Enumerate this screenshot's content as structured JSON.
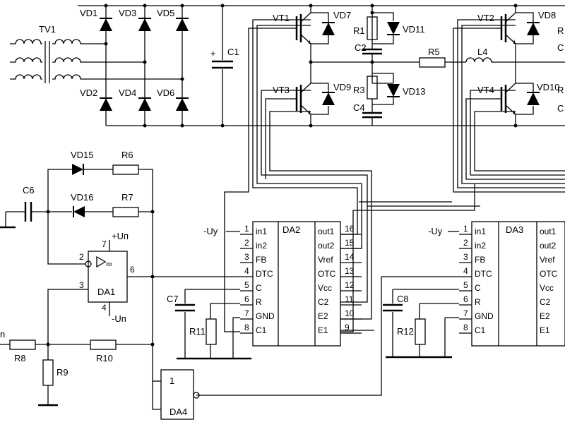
{
  "labels": {
    "tv1": "TV1",
    "vd1": "VD1",
    "vd2": "VD2",
    "vd3": "VD3",
    "vd4": "VD4",
    "vd5": "VD5",
    "vd6": "VD6",
    "vd7": "VD7",
    "vd8": "VD8",
    "vd9": "VD9",
    "vd10": "VD10",
    "vd11": "VD11",
    "vd13": "VD13",
    "vd15": "VD15",
    "vd16": "VD16",
    "c1": "C1",
    "c1_plus": "+",
    "c2": "C2",
    "c4": "C4",
    "c6": "C6",
    "c7": "C7",
    "c8": "C8",
    "r1": "R1",
    "r3": "R3",
    "r5": "R5",
    "r6": "R6",
    "r7": "R7",
    "r8": "R8",
    "r9": "R9",
    "r10": "R10",
    "r11": "R11",
    "r12": "R12",
    "l4": "L4",
    "vt1": "VT1",
    "vt2": "VT2",
    "vt3": "VT3",
    "vt4": "VT4",
    "da1": "DA1",
    "da4": "DA4",
    "da4_gate": "1",
    "da1_inf": "∞",
    "da1_pin2": "2",
    "da1_pin3": "3",
    "da1_pin4": "4",
    "da1_pin6": "6",
    "da1_pin7": "7",
    "da1_vpos": "+Uп",
    "da1_vneg": "-Uп",
    "input_uy_2": "-Uу",
    "input_uy_3": "-Uу",
    "edge_right_1": "R",
    "edge_right_2": "C",
    "edge_right_3": "R",
    "edge_right_4": "C",
    "edge_left": "n"
  },
  "ic_da2": {
    "name": "DA2",
    "left_pins": [
      {
        "num": "1",
        "name": "in1"
      },
      {
        "num": "2",
        "name": "in2"
      },
      {
        "num": "3",
        "name": "FB"
      },
      {
        "num": "4",
        "name": "DTC"
      },
      {
        "num": "5",
        "name": "C"
      },
      {
        "num": "6",
        "name": "R"
      },
      {
        "num": "7",
        "name": "GND"
      },
      {
        "num": "8",
        "name": "C1"
      }
    ],
    "right_pins": [
      {
        "num": "16",
        "name": "out1"
      },
      {
        "num": "15",
        "name": "out2"
      },
      {
        "num": "14",
        "name": "Vref"
      },
      {
        "num": "13",
        "name": "OTC"
      },
      {
        "num": "12",
        "name": "Vcc"
      },
      {
        "num": "11",
        "name": "C2"
      },
      {
        "num": "10",
        "name": "E2"
      },
      {
        "num": "9",
        "name": "E1"
      }
    ]
  },
  "ic_da3": {
    "name": "DA3",
    "left_pins": [
      {
        "num": "1",
        "name": "in1"
      },
      {
        "num": "2",
        "name": "in2"
      },
      {
        "num": "3",
        "name": "FB"
      },
      {
        "num": "4",
        "name": "DTC"
      },
      {
        "num": "5",
        "name": "C"
      },
      {
        "num": "6",
        "name": "R"
      },
      {
        "num": "7",
        "name": "GND"
      },
      {
        "num": "8",
        "name": "C1"
      }
    ],
    "right_pins": [
      {
        "name": "out1"
      },
      {
        "name": "out2"
      },
      {
        "name": "Vref"
      },
      {
        "name": "OTC"
      },
      {
        "name": "Vcc"
      },
      {
        "name": "C2"
      },
      {
        "name": "E2"
      },
      {
        "name": "E1"
      }
    ]
  }
}
